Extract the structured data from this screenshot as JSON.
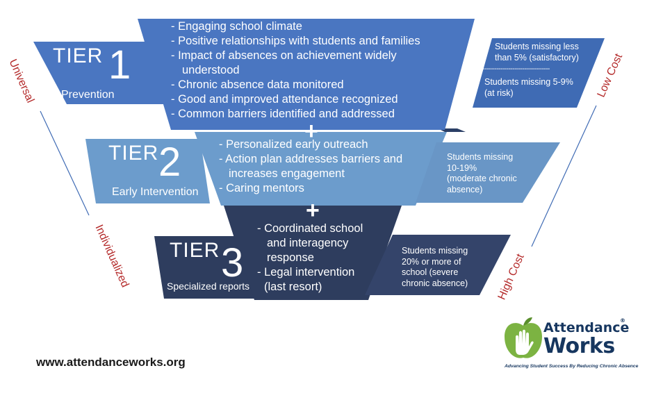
{
  "tiers": [
    {
      "word": "TIER",
      "number": "1",
      "name": "Prevention",
      "strategies": [
        "- Engaging school climate",
        "- Positive relationships with students and families",
        "- Impact of absences on achievement widely",
        "understood",
        "- Chronic absence data monitored",
        "- Good and improved attendance recognized",
        "- Common barriers identified and addressed"
      ],
      "criteria": [
        "Students missing less",
        "than 5% (satisfactory)"
      ],
      "criteria_divider": "------------------------------------",
      "criteria_2": [
        "Students missing 5-9%",
        "(at risk)"
      ],
      "colors": {
        "main": "#4a76c1",
        "side": "#3f6bb4"
      }
    },
    {
      "word": "TIER",
      "number": "2",
      "name": "Early Intervention",
      "strategies": [
        "- Personalized early outreach",
        "- Action plan addresses barriers and",
        "increases engagement",
        "- Caring mentors"
      ],
      "criteria": [
        "Students missing",
        "10-19%",
        "(moderate chronic",
        "absence)"
      ],
      "colors": {
        "main": "#6c9ccc",
        "side": "#6996c6"
      }
    },
    {
      "word": "TIER",
      "number": "3",
      "name": "Specialized reports",
      "strategies": [
        "-  Coordinated school",
        "and interagency",
        "response",
        "-  Legal intervention",
        "(last resort)"
      ],
      "criteria": [
        "Students missing",
        "20% or more of",
        "school (severe",
        "chronic absence)"
      ],
      "colors": {
        "main": "#2e3d5e",
        "side": "#34446a"
      }
    }
  ],
  "plus_sign": "+",
  "left_axis": {
    "top": "Universal",
    "bottom": "Individualized"
  },
  "right_axis": {
    "top": "Low Cost",
    "bottom": "High Cost"
  },
  "axis_color": "#b42a2a",
  "website": "www.attendanceworks.org",
  "logo": {
    "line1": "Attendance",
    "line2": "Works",
    "registered": "®",
    "tagline": "Advancing Student Success By Reducing Chronic Absence",
    "icon": "apple-hand-icon",
    "colors": {
      "green": "#7cb342",
      "navy": "#16365f"
    }
  }
}
